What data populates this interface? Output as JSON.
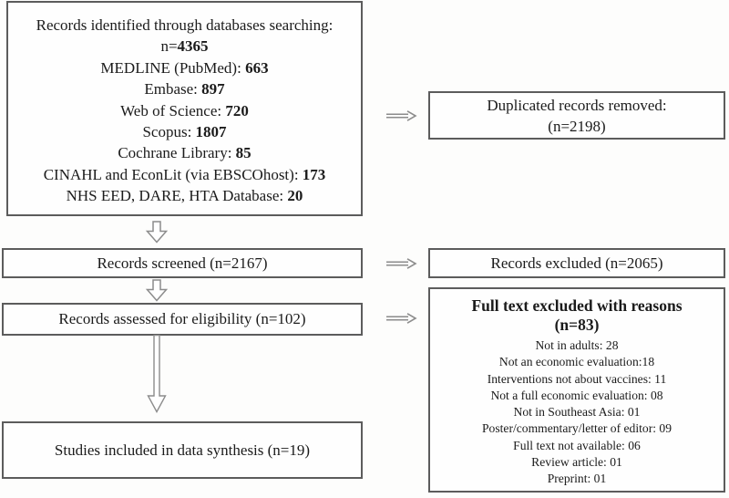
{
  "diagram": {
    "identified": {
      "title": "Records identified through databases searching:",
      "total_prefix": "n=",
      "total": "4365",
      "sources": [
        {
          "label": "MEDLINE (PubMed): ",
          "value": "663"
        },
        {
          "label": "Embase: ",
          "value": "897"
        },
        {
          "label": "Web of Science: ",
          "value": "720"
        },
        {
          "label": "Scopus: ",
          "value": "1807"
        },
        {
          "label": "Cochrane Library: ",
          "value": "85"
        },
        {
          "label": "CINAHL and EconLit (via EBSCOhost): ",
          "value": "173"
        },
        {
          "label": "NHS EED, DARE, HTA Database: ",
          "value": "20"
        }
      ]
    },
    "duplicates_removed": {
      "line1": "Duplicated records removed:",
      "line2": "(n=2198)"
    },
    "screened": "Records screened (n=2167)",
    "records_excluded": "Records excluded (n=2065)",
    "assessed": "Records assessed for eligibility (n=102)",
    "fulltext_excluded": {
      "title": "Full text excluded with reasons",
      "subtitle": "(n=83)",
      "reasons": [
        "Not in adults: 28",
        "Not an economic evaluation:18",
        "Interventions not about vaccines: 11",
        "Not a full economic evaluation: 08",
        "Not in Southeast Asia: 01",
        "Poster/commentary/letter of editor: 09",
        "Full text not available: 06",
        "Review article: 01",
        "Preprint: 01"
      ]
    },
    "included": "Studies included in data synthesis (n=19)"
  },
  "colors": {
    "box_border": "#5c5c5c",
    "arrow": "#8c8c8c",
    "text": "#1b1b1b",
    "background": "#fdfdfc"
  }
}
